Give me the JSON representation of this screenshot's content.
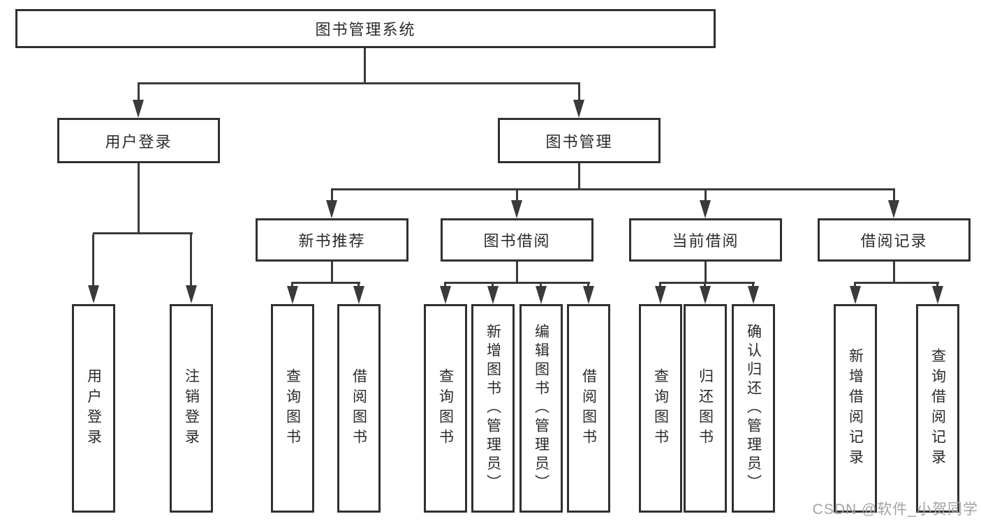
{
  "diagram": {
    "root": {
      "label": "图书管理系统"
    },
    "branches": [
      {
        "label": "用户登录",
        "leaves": [
          {
            "label": "用户登录"
          },
          {
            "label": "注销登录"
          }
        ]
      },
      {
        "label": "图书管理",
        "sections": [
          {
            "label": "新书推荐",
            "leaves": [
              {
                "label": "查询图书"
              },
              {
                "label": "借阅图书"
              }
            ]
          },
          {
            "label": "图书借阅",
            "leaves": [
              {
                "label": "查询图书"
              },
              {
                "label": "新增图书（管理员）"
              },
              {
                "label": "编辑图书（管理员）"
              },
              {
                "label": "借阅图书"
              }
            ]
          },
          {
            "label": "当前借阅",
            "leaves": [
              {
                "label": "查询图书"
              },
              {
                "label": "归还图书"
              },
              {
                "label": "确认归还（管理员）"
              }
            ]
          },
          {
            "label": "借阅记录",
            "leaves": [
              {
                "label": "新增借阅记录"
              },
              {
                "label": "查询借阅记录"
              }
            ]
          }
        ]
      }
    ]
  },
  "watermark": {
    "text": "CSDN @软件_小贺同学"
  },
  "colors": {
    "line": "#3a3a3a",
    "box_border": "#303030",
    "text": "#2b2b2b",
    "background": "#ffffff",
    "watermark": "#a3a3a3"
  }
}
